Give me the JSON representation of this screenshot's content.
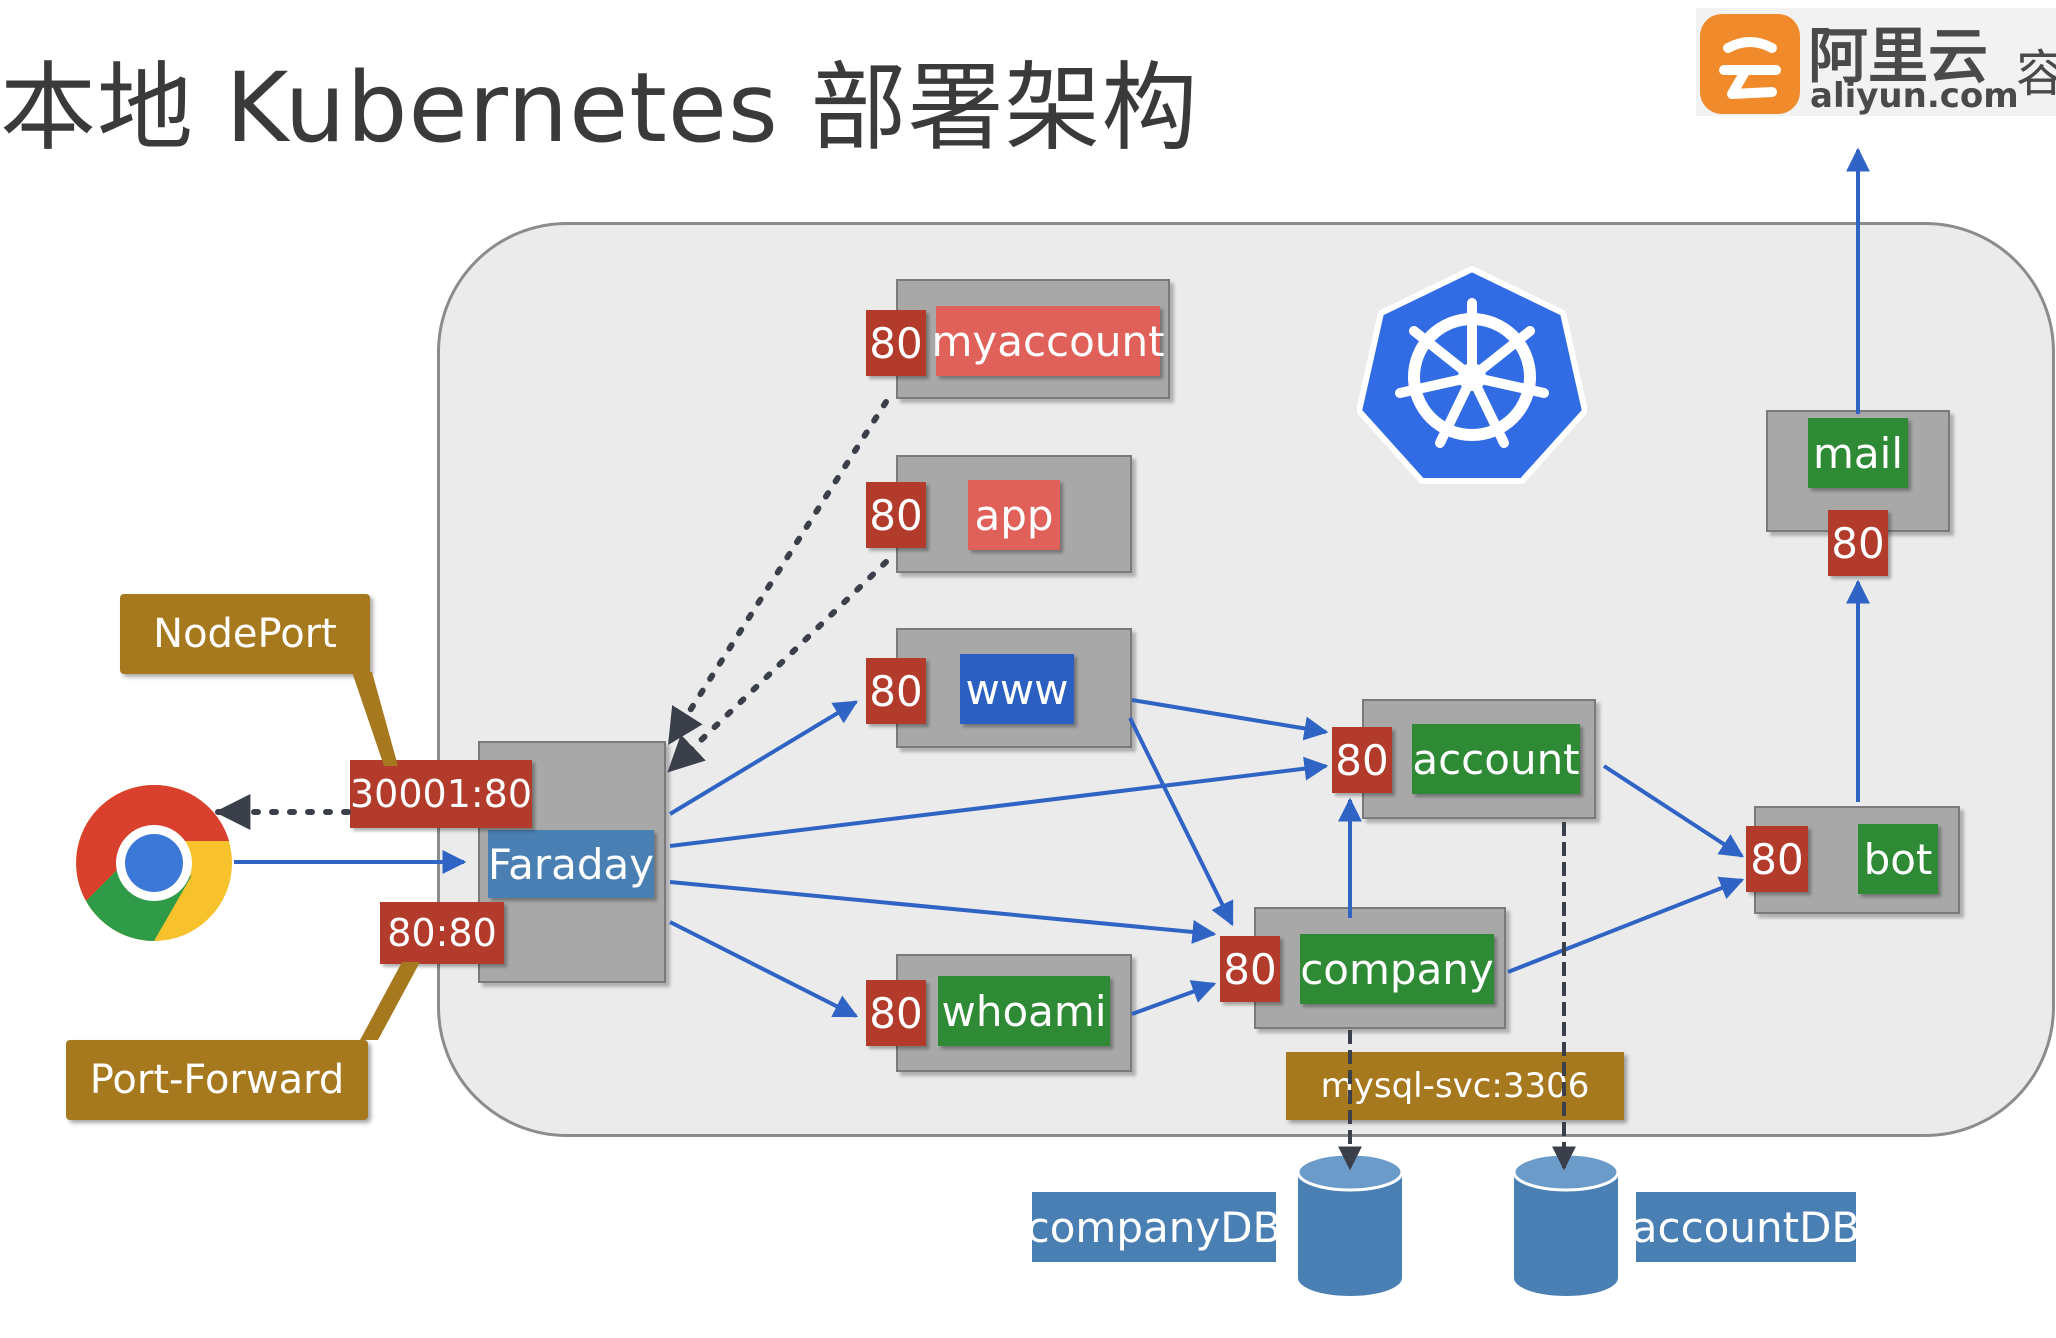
{
  "title": "本地 Kubernetes 部署架构",
  "logo": {
    "cn": "阿里云",
    "en": "aliyun.com",
    "extra": "容"
  },
  "labels": {
    "nodeport": "NodePort",
    "portforward": "Port-Forward",
    "nodeport_port": "30001:80",
    "forward_port": "80:80",
    "mysql": "mysql-svc:3306"
  },
  "services": {
    "faraday": "Faraday",
    "myaccount": "myaccount",
    "app": "app",
    "www": "www",
    "whoami": "whoami",
    "account": "account",
    "company": "company",
    "bot": "bot",
    "mail": "mail"
  },
  "port": "80",
  "databases": {
    "company": "companyDB",
    "account": "accountDB"
  },
  "colors": {
    "port": "#b23b2c",
    "green": "#2f8a36",
    "red": "#e0605a",
    "blue": "#2c5fc2",
    "arrow": "#2f63c4",
    "gold": "#a7791f",
    "k8s": "#326ce5"
  }
}
